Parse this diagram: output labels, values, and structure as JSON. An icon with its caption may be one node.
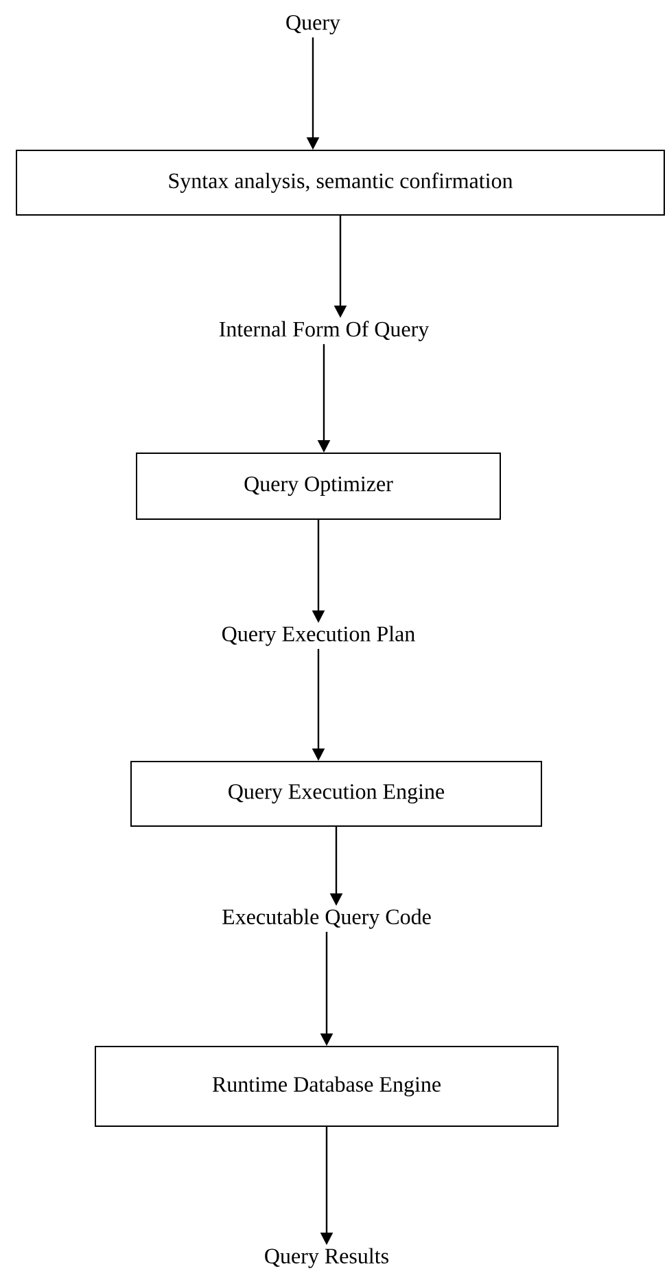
{
  "diagram": {
    "nodes": [
      {
        "text": [
          "Query"
        ]
      },
      {
        "text": [
          "Syntax analysis, semantic confirmation"
        ]
      },
      {
        "text": [
          "Internal Form Of Query"
        ]
      },
      {
        "text": [
          "Query Optimizer"
        ]
      },
      {
        "text": [
          "Query Execution Plan"
        ]
      },
      {
        "text": [
          "Query Execution Engine"
        ]
      },
      {
        "text": [
          "Executable Query Code"
        ]
      },
      {
        "text": [
          "Runtime Database Engine"
        ]
      },
      {
        "text": [
          "Query Results"
        ]
      }
    ],
    "edges": [
      {
        "from": 0,
        "to": 1,
        "arrow": "to"
      },
      {
        "from": 1,
        "to": 2,
        "arrow": "to"
      },
      {
        "from": 2,
        "to": 3,
        "arrow": "to"
      },
      {
        "from": 3,
        "to": 4,
        "arrow": "to"
      },
      {
        "from": 4,
        "to": 5,
        "arrow": "to"
      },
      {
        "from": 5,
        "to": 6,
        "arrow": "to"
      },
      {
        "from": 6,
        "to": 7,
        "arrow": "to"
      },
      {
        "from": 7,
        "to": 8,
        "arrow": "to"
      }
    ]
  }
}
